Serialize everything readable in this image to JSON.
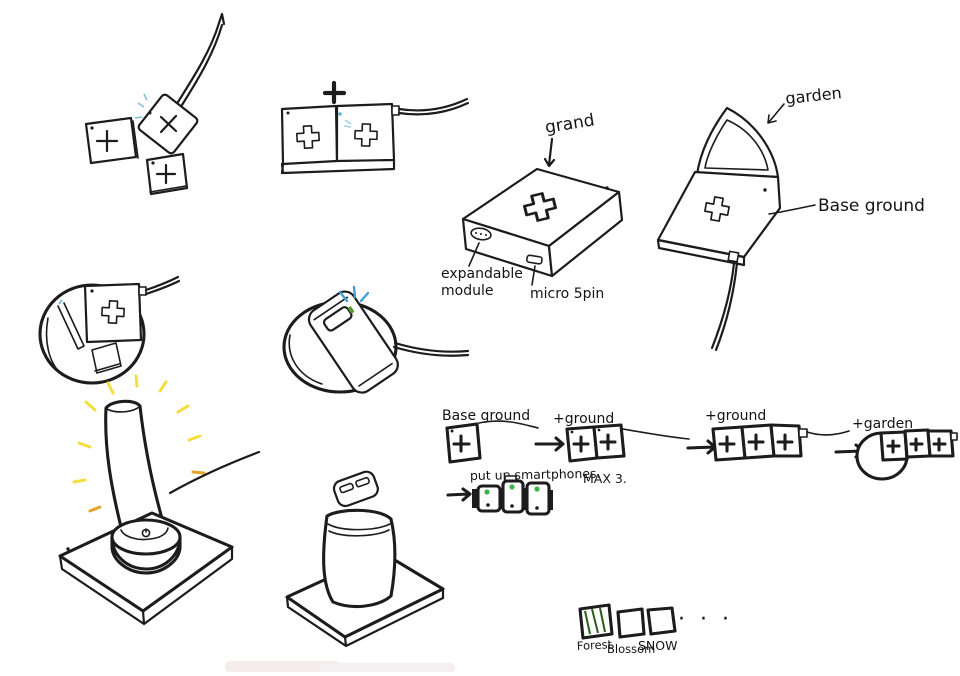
{
  "ink_color": "#1c1c1c",
  "ground_box": {
    "label": "grand",
    "cross_color": "#efe489",
    "port_left_line1": "expandable",
    "port_left_line2": "module",
    "port_front": "micro 5pin"
  },
  "garden_unit": {
    "fin_label": "garden",
    "base_label": "Base ground"
  },
  "charging_pad": {
    "battery_color": "#a6d654",
    "spark_color": "#3f9fd8"
  },
  "lamp": {
    "glow_color": "#f2df3f",
    "glow_accent": "#e6a42e",
    "ring_color": "#f7f0bc"
  },
  "sequence": {
    "step1": "Base ground",
    "step2": "+ground",
    "step3": "+ground",
    "step4": "+garden",
    "note_line1": "put up smartphones.",
    "note_line2": "MAX 3.",
    "phone_led_color": "#3db34a"
  },
  "legend": {
    "swatches": [
      {
        "name": "Forest",
        "hex": "#3d8226"
      },
      {
        "name": "Blossom",
        "hex": "#f59494"
      },
      {
        "name": "SNOW",
        "hex": "#ffffff"
      }
    ],
    "more": "· · ·"
  }
}
